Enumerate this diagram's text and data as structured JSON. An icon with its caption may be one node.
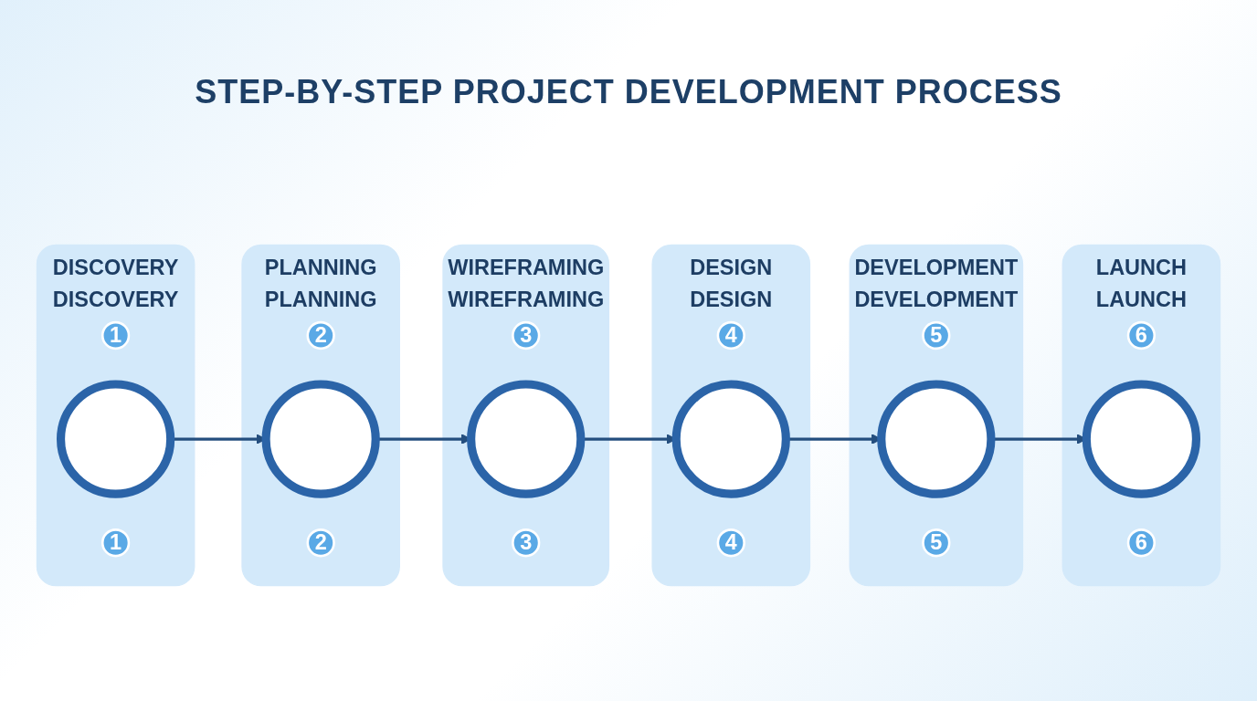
{
  "diagram": {
    "title": "STEP-BY-STEP PROJECT DEVELOPMENT PROCESS",
    "nodes": [
      {
        "text": [
          "DISCOVERY",
          "DISCOVERY"
        ]
      },
      {
        "text": [
          "1"
        ],
        "in": 0
      },
      {
        "text": [],
        "shape": "circle",
        "in": 0
      },
      {
        "text": [
          "1"
        ],
        "in": 0
      },
      {
        "text": [
          "PLANNING",
          "PLANNING"
        ]
      },
      {
        "text": [
          "2"
        ],
        "in": 4
      },
      {
        "text": [],
        "shape": "circle",
        "in": 4
      },
      {
        "text": [
          "2"
        ],
        "in": 4
      },
      {
        "text": [
          "WIREFRAMING",
          "WIREFRAMING"
        ]
      },
      {
        "text": [
          "3"
        ],
        "in": 8
      },
      {
        "text": [],
        "shape": "circle",
        "in": 8
      },
      {
        "text": [
          "3"
        ],
        "in": 8
      },
      {
        "text": [
          "DESIGN",
          "DESIGN"
        ]
      },
      {
        "text": [
          "4"
        ],
        "in": 12
      },
      {
        "text": [],
        "shape": "circle",
        "in": 12
      },
      {
        "text": [
          "4"
        ],
        "in": 12
      },
      {
        "text": [
          "DEVELOPMENT",
          "DEVELOPMENT"
        ]
      },
      {
        "text": [
          "5"
        ],
        "in": 16
      },
      {
        "text": [],
        "shape": "circle",
        "in": 16
      },
      {
        "text": [
          "5"
        ],
        "in": 16
      },
      {
        "text": [
          "LAUNCH",
          "LAUNCH"
        ]
      },
      {
        "text": [
          "6"
        ],
        "in": 20
      },
      {
        "text": [],
        "shape": "circle",
        "in": 20
      },
      {
        "text": [
          "6"
        ],
        "in": 20
      }
    ],
    "edges": [
      {
        "from": 2,
        "to": 6,
        "arrow": "to"
      },
      {
        "from": 6,
        "to": 10,
        "arrow": "to"
      },
      {
        "from": 10,
        "to": 14,
        "arrow": "to"
      },
      {
        "from": 14,
        "to": 18,
        "arrow": "to"
      },
      {
        "from": 18,
        "to": 22,
        "arrow": "to"
      }
    ]
  }
}
